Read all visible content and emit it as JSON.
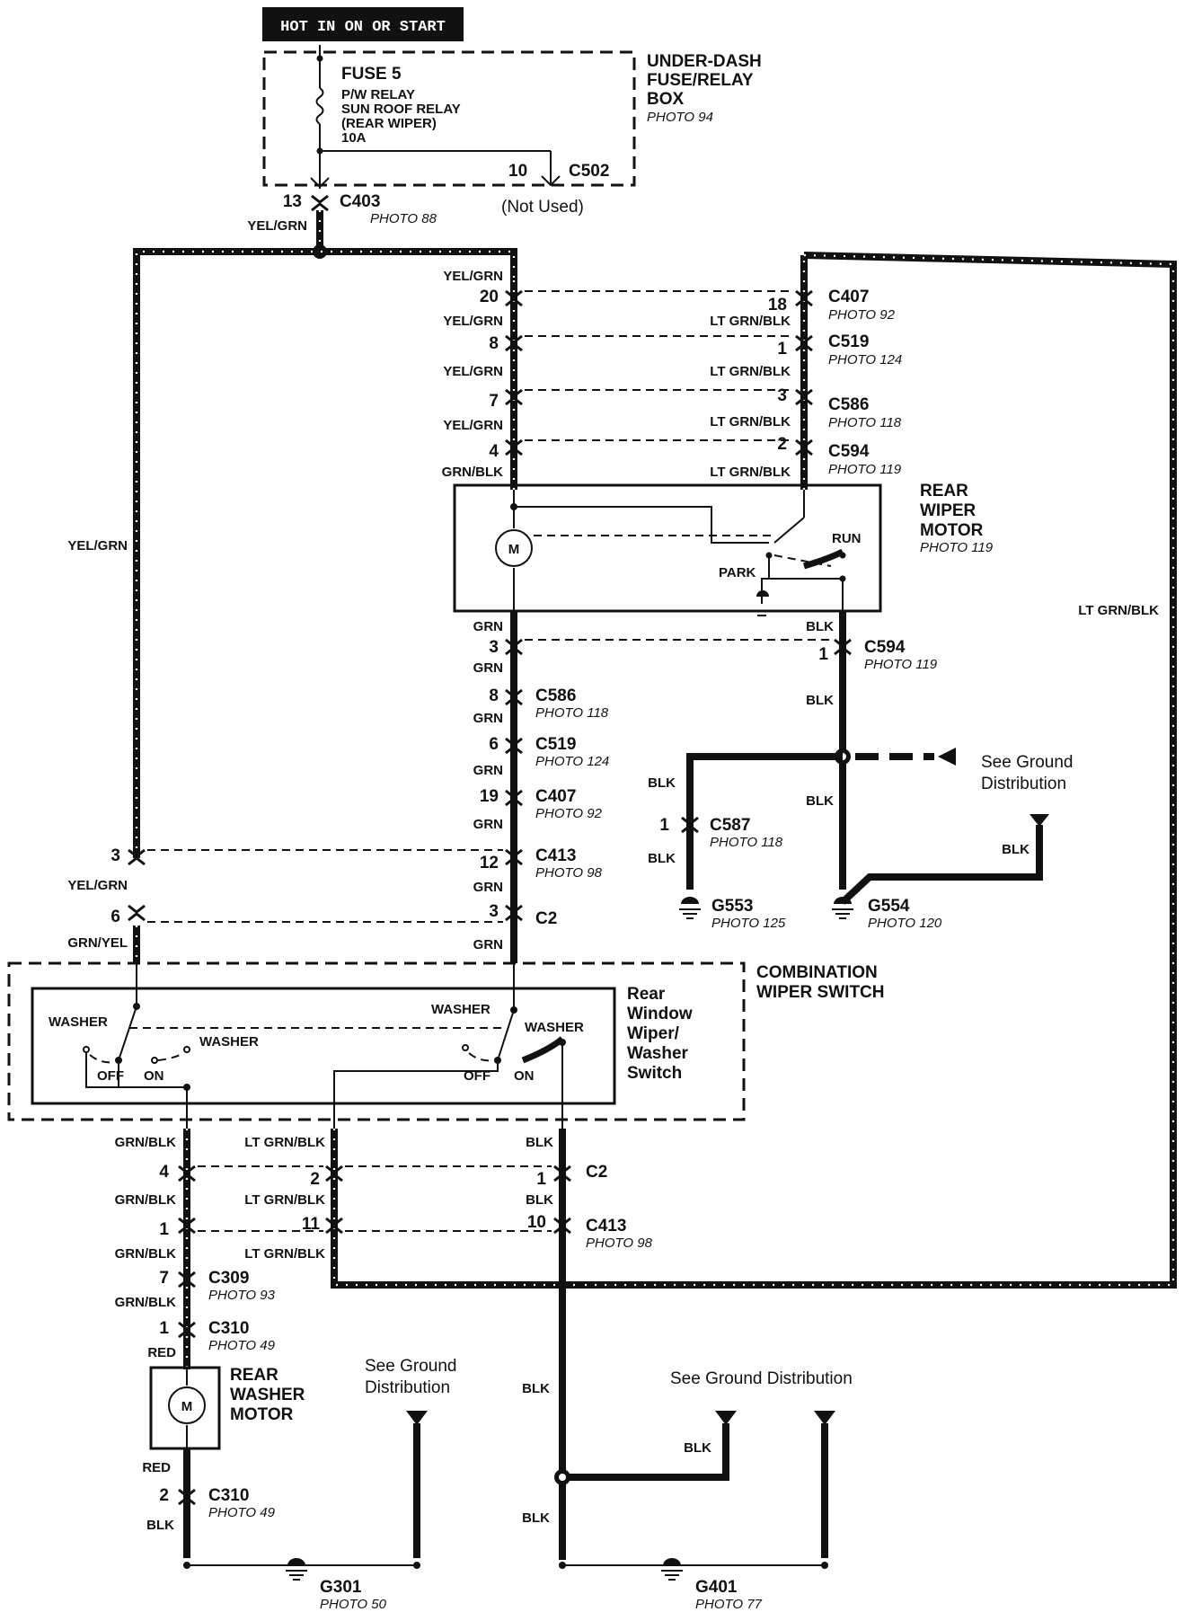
{
  "header": "HOT IN ON OR START",
  "fuse_box": {
    "title1": "UNDER-DASH",
    "title2": "FUSE/RELAY",
    "title3": "BOX",
    "photo": "PHOTO 94"
  },
  "fuse": {
    "name": "FUSE 5",
    "line1": "P/W RELAY",
    "line2": "SUN ROOF RELAY",
    "line3": "(REAR WIPER)",
    "rating": "10A"
  },
  "c502": {
    "pin": "10",
    "name": "C502",
    "note": "(Not Used)"
  },
  "c403": {
    "pin": "13",
    "name": "C403",
    "photo": "PHOTO 88",
    "wire": "YEL/GRN"
  },
  "left_run": {
    "wire": "YEL/GRN"
  },
  "right_run": {
    "wire": "LT GRN/BLK"
  },
  "upper_connectors": [
    {
      "lpin": "20",
      "rpin": "18",
      "name": "C407",
      "photo": "PHOTO 92",
      "lwire_above": "YEL/GRN",
      "lwire_below": "YEL/GRN",
      "rwire": "LT GRN/BLK"
    },
    {
      "lpin": "8",
      "rpin": "1",
      "name": "C519",
      "photo": "PHOTO 124",
      "lwire_below": "YEL/GRN",
      "rwire": "LT GRN/BLK"
    },
    {
      "lpin": "7",
      "rpin": "3",
      "name": "C586",
      "photo": "PHOTO 118",
      "lwire_below": "YEL/GRN",
      "rwire": "LT GRN/BLK"
    },
    {
      "lpin": "4",
      "rpin": "2",
      "name": "C594",
      "photo": "PHOTO 119",
      "lwire_below": "GRN/BLK",
      "rwire": "LT GRN/BLK"
    }
  ],
  "wiper_motor": {
    "title1": "REAR",
    "title2": "WIPER",
    "title3": "MOTOR",
    "photo": "PHOTO 119",
    "motor": "M",
    "park": "PARK",
    "run": "RUN"
  },
  "motor_out": {
    "lwire": "GRN",
    "rwire": "BLK"
  },
  "lower_connectors": [
    {
      "pin": "3",
      "name": "",
      "photo": "",
      "wire_below": "GRN"
    },
    {
      "pin": "8",
      "name": "C586",
      "photo": "PHOTO 118",
      "wire_below": "GRN"
    },
    {
      "pin": "6",
      "name": "C519",
      "photo": "PHOTO 124",
      "wire_below": "GRN"
    },
    {
      "pin": "19",
      "name": "C407",
      "photo": "PHOTO 92",
      "wire_below": "GRN"
    },
    {
      "pin": "12",
      "name": "C413",
      "photo": "PHOTO 98",
      "wire_below": "GRN"
    },
    {
      "pin": "3",
      "name": "C2",
      "photo": "",
      "wire_below": "GRN"
    }
  ],
  "left_connectors": [
    {
      "pin": "3",
      "wire_below": "YEL/GRN"
    },
    {
      "pin": "6",
      "wire_below": "GRN/YEL"
    }
  ],
  "c594_ground": {
    "pin": "1",
    "name": "C594",
    "photo": "PHOTO 119",
    "wire": "BLK"
  },
  "ground_mid": {
    "see": "See Ground",
    "dist": "Distribution",
    "c587_pin": "1",
    "c587": "C587",
    "c587_photo": "PHOTO 118",
    "wire_a": "BLK",
    "wire_b": "BLK",
    "wire_c": "BLK",
    "wire_d": "BLK",
    "g553": "G553",
    "g553_photo": "PHOTO 125",
    "g554": "G554",
    "g554_photo": "PHOTO 120"
  },
  "combo_switch": {
    "title1": "COMBINATION",
    "title2": "WIPER SWITCH",
    "sw1": "Rear",
    "sw2": "Window",
    "sw3": "Wiper/",
    "sw4": "Washer",
    "sw5": "Switch",
    "washer": "WASHER",
    "off": "OFF",
    "on": "ON"
  },
  "bottom_connectors": {
    "wires_top": [
      "GRN/BLK",
      "LT GRN/BLK",
      "BLK"
    ],
    "c2": {
      "name": "C2",
      "pins": [
        "4",
        "2",
        "1"
      ]
    },
    "mid_wires": [
      "GRN/BLK",
      "LT GRN/BLK",
      "BLK"
    ],
    "c413": {
      "name": "C413",
      "photo": "PHOTO 98",
      "pins": [
        "1",
        "11",
        "10"
      ]
    },
    "below_wires": [
      "GRN/BLK",
      "LT GRN/BLK"
    ],
    "c309": {
      "pin": "7",
      "name": "C309",
      "photo": "PHOTO 93"
    },
    "c309_wire": "GRN/BLK",
    "c310a": {
      "pin": "1",
      "name": "C310",
      "photo": "PHOTO 49"
    },
    "c310a_wire": "RED",
    "washer_motor": {
      "title1": "REAR",
      "title2": "WASHER",
      "title3": "MOTOR",
      "motor": "M"
    },
    "motor_wire": "RED",
    "c310b": {
      "pin": "2",
      "name": "C310",
      "photo": "PHOTO 49"
    },
    "c310b_wire": "BLK"
  },
  "ground_bottom": {
    "see1": "See Ground",
    "dist1": "Distribution",
    "see2": "See Ground Distribution",
    "blk_a": "BLK",
    "blk_b": "BLK",
    "blk_c": "BLK",
    "g301": "G301",
    "g301_photo": "PHOTO 50",
    "g401": "G401",
    "g401_photo": "PHOTO 77"
  }
}
